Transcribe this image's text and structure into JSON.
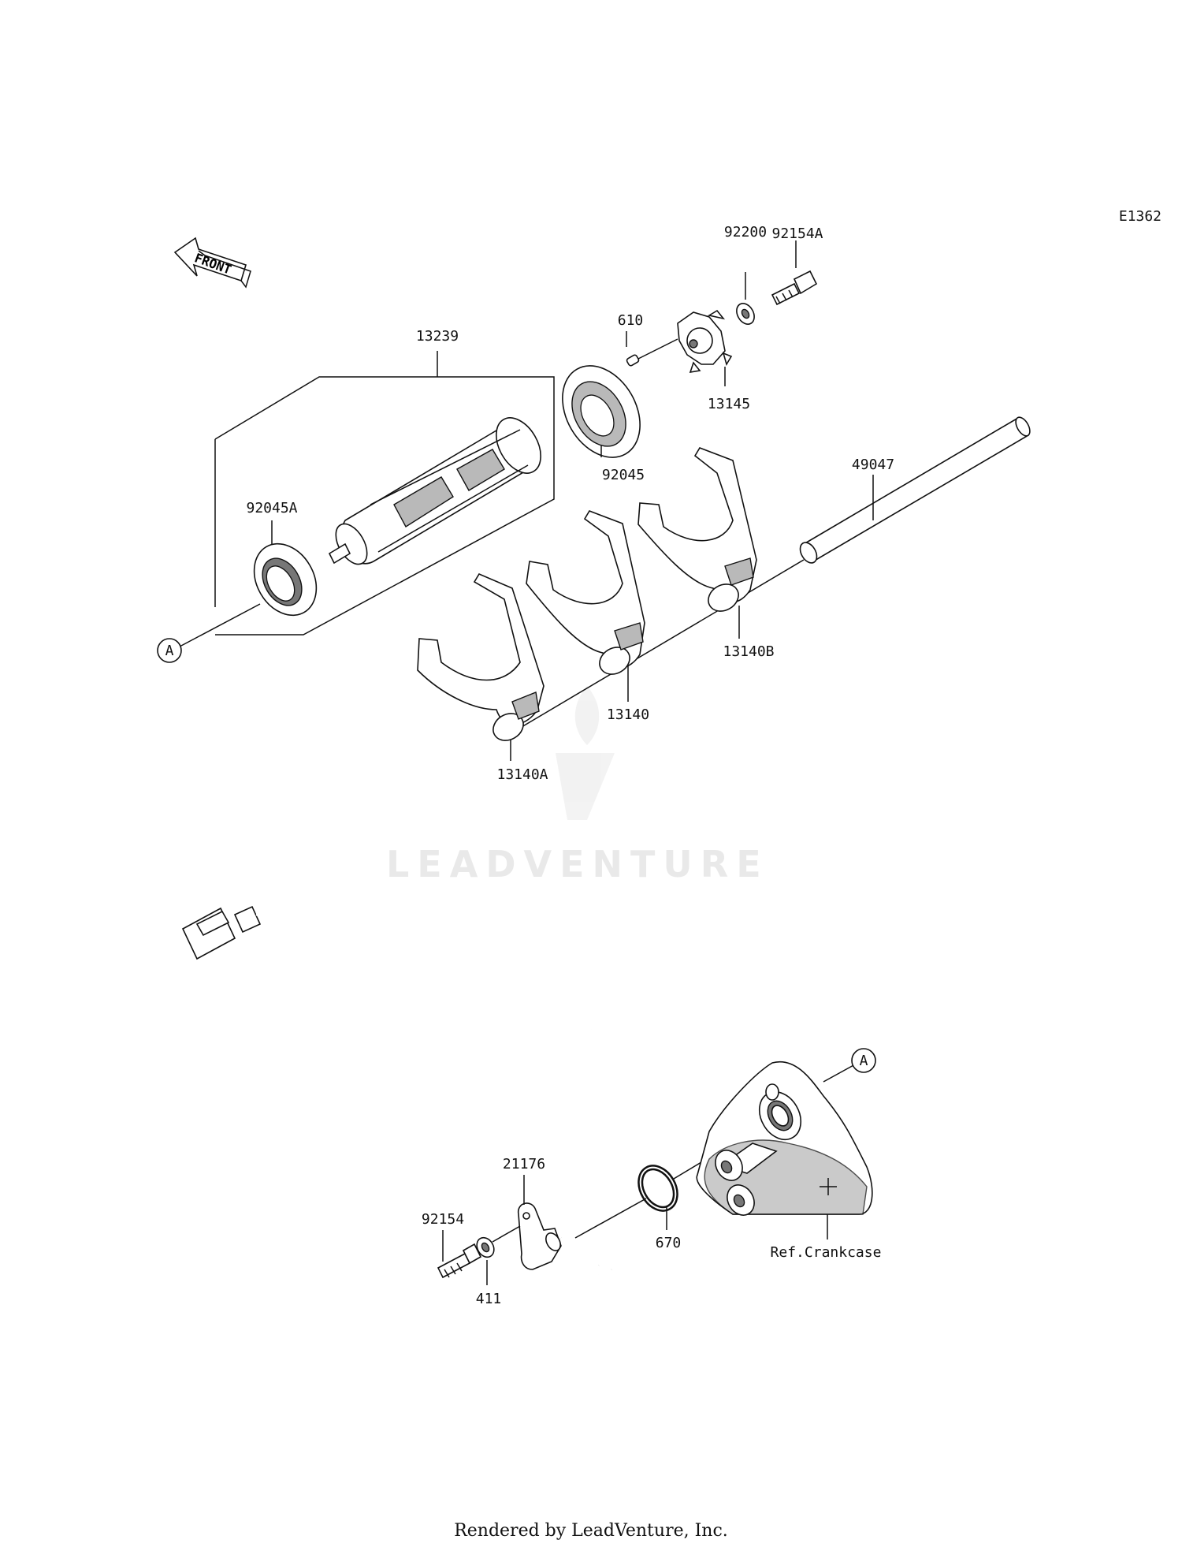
{
  "diagram_id": "E1362",
  "front_label": "FRONT",
  "ref_marker": "A",
  "parts": {
    "p13239": "13239",
    "p92045A": "92045A",
    "p92045": "92045",
    "p610": "610",
    "p13145": "13145",
    "p92200": "92200",
    "p92154A": "92154A",
    "p49047": "49047",
    "p13140A": "13140A",
    "p13140": "13140",
    "p13140B": "13140B",
    "p21176": "21176",
    "p92154": "92154",
    "p411": "411",
    "p670": "670",
    "ref_crankcase": "Ref.Crankcase"
  },
  "watermark": "LEADVENTURE",
  "footer": "Rendered by LeadVenture, Inc."
}
